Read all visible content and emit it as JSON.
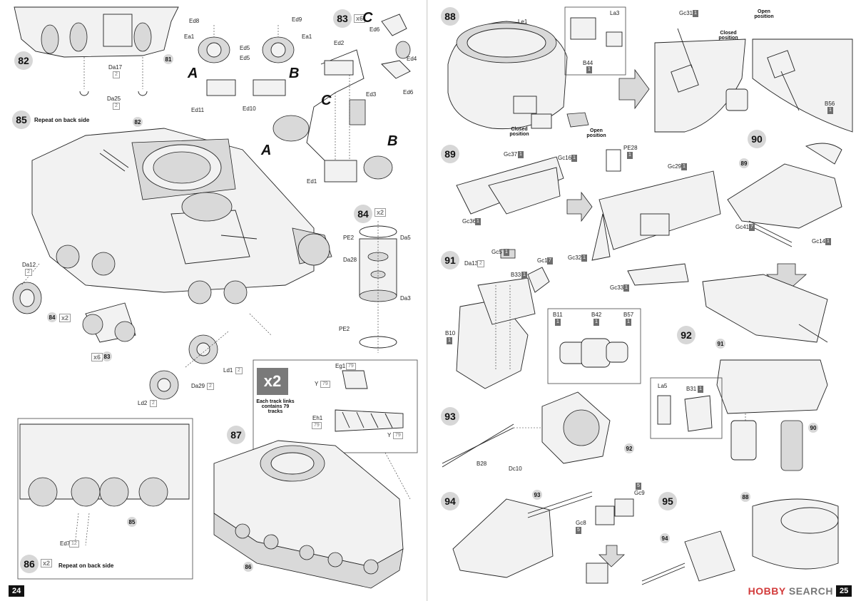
{
  "left_page": {
    "page_number": "24",
    "steps": {
      "s82": "82",
      "s83": "83",
      "s84": "84",
      "s85": "85",
      "s86": "86",
      "s87": "87"
    },
    "step83_multiplier": "x6",
    "step84_multiplier": "x2",
    "step86_multiplier": "x2",
    "step85_note": "Repeat on back side",
    "step86_note": "Repeat on back side",
    "variant_letters": {
      "a": "A",
      "b": "B",
      "c": "C"
    },
    "refs": {
      "r81": "81",
      "r82": "82",
      "r84": "84",
      "r83": "83",
      "r85": "85",
      "r86": "86"
    },
    "ref84_multiplier": "x2",
    "ref83_multiplier": "x6",
    "parts": {
      "ed8": "Ed8",
      "ed9": "Ed9",
      "ea1_l": "Ea1",
      "ea1_r": "Ea1",
      "ed5_l": "Ed5",
      "ed5_r": "Ed5",
      "ed11": "Ed11",
      "ed10": "Ed10",
      "da17": "Da17",
      "da17_q": "2",
      "da25": "Da25",
      "da25_q": "2",
      "ed6_top": "Ed6",
      "ed4": "Ed4",
      "ed6_bot": "Ed6",
      "ed2": "Ed2",
      "ed3": "Ed3",
      "ed1": "Ed1",
      "pe2_top": "PE2",
      "da5": "Da5",
      "da28": "Da28",
      "da3": "Da3",
      "pe2_bot": "PE2",
      "da12": "Da12",
      "da12_q": "2",
      "ld1": "Ld1",
      "ld1_q": "2",
      "da29": "Da29",
      "da29_q": "2",
      "ld2": "Ld2",
      "ld2_q": "2",
      "eg1": "Eg1",
      "eg1_q": "79",
      "y_top": "Y",
      "y_top_q": "79",
      "eh1": "Eh1",
      "eh1_q": "79",
      "y_bot": "Y",
      "y_bot_q": "79",
      "ed7": "Ed7",
      "ed7_q": "12"
    },
    "track_box": {
      "big_label": "x2",
      "caption": "Each track links contains 79 tracks"
    }
  },
  "right_page": {
    "page_number": "25",
    "steps": {
      "s88": "88",
      "s89": "89",
      "s90": "90",
      "s91": "91",
      "s92": "92",
      "s93": "93",
      "s94": "94",
      "s95": "95"
    },
    "labels": {
      "closed_position_1": "Closed position",
      "open_position_1": "Open position",
      "closed_position_2": "Closed position",
      "open_position_2": "Open position"
    },
    "refs": {
      "r89": "89",
      "r91": "91",
      "r90": "90",
      "r92": "92",
      "r93": "93",
      "r88": "88",
      "r94": "94"
    },
    "parts": {
      "le1": "Le1",
      "la3": "La3",
      "b44": "B44",
      "b44_q": "1",
      "gc31": "Gc31",
      "gc31_q": "1",
      "b56": "B56",
      "b56_q": "1",
      "gc37": "Gc37",
      "gc37_q": "1",
      "gc16": "Gc16",
      "gc16_q": "1",
      "pe28": "PE28",
      "pe28_q": "1",
      "gc29": "Gc29",
      "gc29_q": "1",
      "gc36": "Gc36",
      "gc36_q": "1",
      "gc32": "Gc32",
      "gc32_q": "1",
      "gc33": "Gc33",
      "gc33_q": "1",
      "gc41": "Gc41",
      "gc41_q": "7",
      "gc14": "Gc14",
      "gc14_q": "1",
      "gc5": "Gc5",
      "gc5_q": "1",
      "da13": "Da13",
      "da13_q": "2",
      "b33": "B33",
      "b33_q": "1",
      "gc1": "Gc1",
      "gc1_q": "7",
      "b11": "B11",
      "b11_q": "1",
      "b42": "B42",
      "b42_q": "1",
      "b57": "B57",
      "b57_q": "1",
      "b10": "B10",
      "b10_q": "1",
      "la5": "La5",
      "b31": "B31",
      "b31_q": "1",
      "b28": "B28",
      "dc10": "Dc10",
      "gc9": "Gc9",
      "gc9_q": "5",
      "gc8": "Gc8",
      "gc8_q": "5"
    },
    "watermark_brand": "HOBBY",
    "watermark_rest": "SEARCH"
  }
}
